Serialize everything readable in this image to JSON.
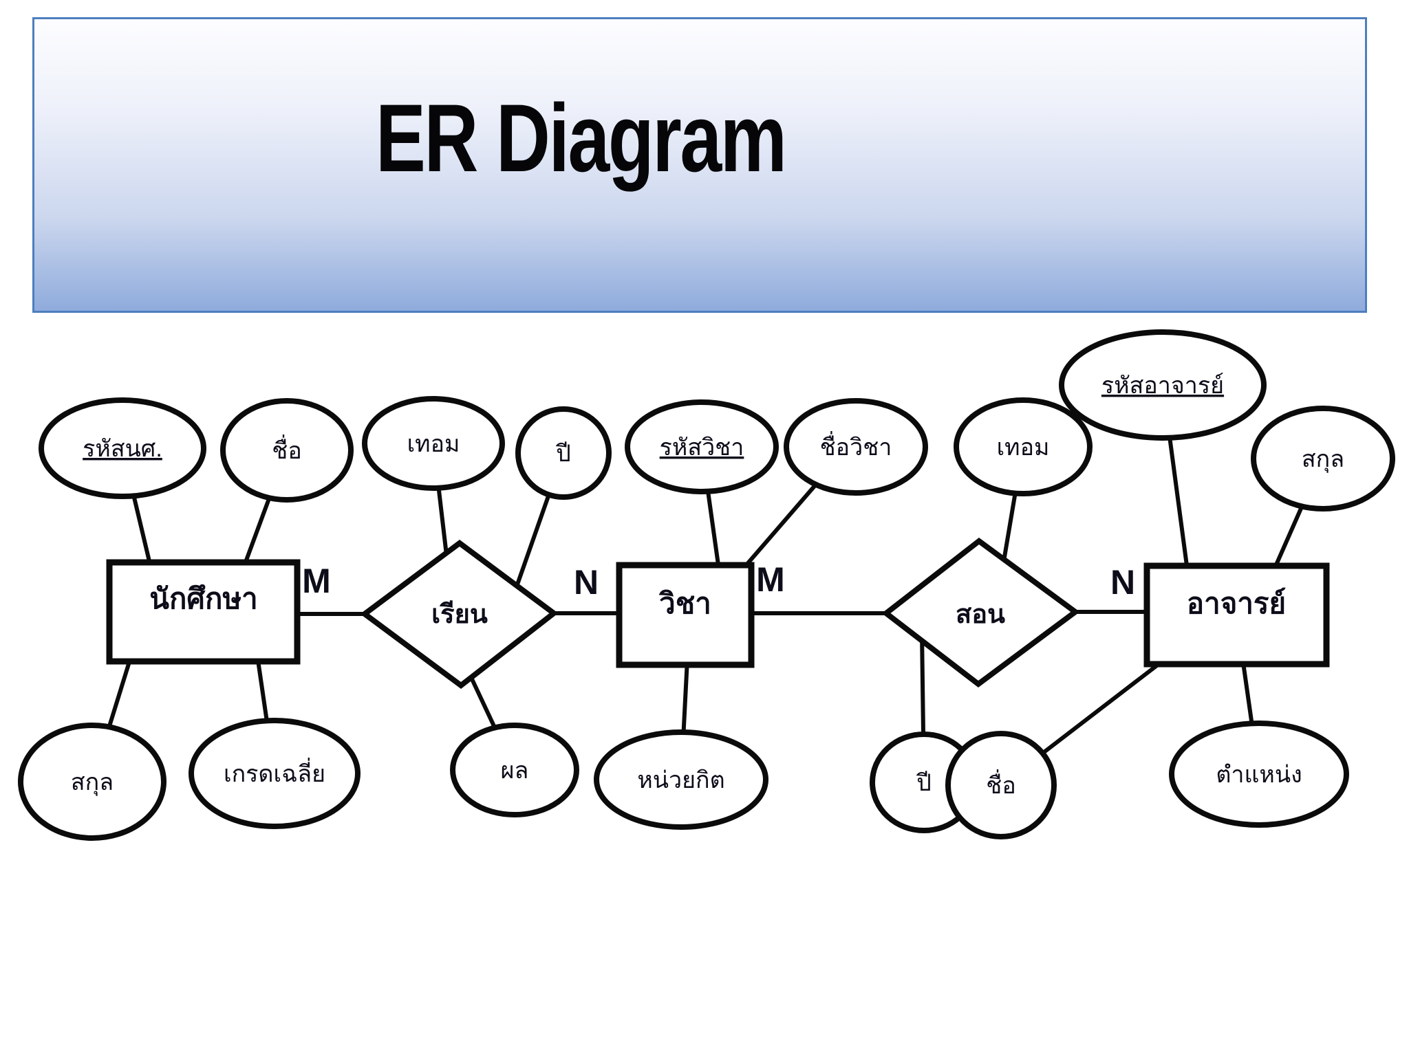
{
  "title": "ER Diagram",
  "colors": {
    "banner_border": "#4d7ebf",
    "banner_gradient_top": "#fdfdff",
    "banner_gradient_bottom": "#8fabdc",
    "shape_stroke": "#0b0b0b",
    "text": "#0d0d1a"
  },
  "entities": {
    "student": {
      "label": "นักศึกษา"
    },
    "subject": {
      "label": "วิชา"
    },
    "teacher": {
      "label": "อาจารย์"
    }
  },
  "relationships": {
    "study": {
      "label": "เรียน",
      "left_cardinality": "M",
      "right_cardinality": "N"
    },
    "teach": {
      "label": "สอน",
      "left_cardinality": "M",
      "right_cardinality": "N"
    }
  },
  "attributes": {
    "student_id": {
      "label": "รหัสนศ.",
      "primary_key": true,
      "owner": "student"
    },
    "student_name": {
      "label": "ชื่อ",
      "primary_key": false,
      "owner": "student"
    },
    "student_surname": {
      "label": "สกุล",
      "primary_key": false,
      "owner": "student"
    },
    "student_gpa": {
      "label": "เกรดเฉลี่ย",
      "primary_key": false,
      "owner": "student"
    },
    "study_term": {
      "label": "เทอม",
      "primary_key": false,
      "owner": "study"
    },
    "study_year": {
      "label": "ปี",
      "primary_key": false,
      "owner": "study"
    },
    "study_result": {
      "label": "ผล",
      "primary_key": false,
      "owner": "study"
    },
    "subject_id": {
      "label": "รหัสวิชา",
      "primary_key": true,
      "owner": "subject"
    },
    "subject_name": {
      "label": "ชื่อวิชา",
      "primary_key": false,
      "owner": "subject"
    },
    "subject_credit": {
      "label": "หน่วยกิต",
      "primary_key": false,
      "owner": "subject"
    },
    "teach_term": {
      "label": "เทอม",
      "primary_key": false,
      "owner": "teach"
    },
    "teach_year": {
      "label": "ปี",
      "primary_key": false,
      "owner": "teach"
    },
    "teacher_id": {
      "label": "รหัสอาจารย์",
      "primary_key": true,
      "owner": "teacher"
    },
    "teacher_surname": {
      "label": "สกุล",
      "primary_key": false,
      "owner": "teacher"
    },
    "teacher_name": {
      "label": "ชื่อ",
      "primary_key": false,
      "owner": "teacher"
    },
    "teacher_position": {
      "label": "ตำแหน่ง",
      "primary_key": false,
      "owner": "teacher"
    }
  }
}
